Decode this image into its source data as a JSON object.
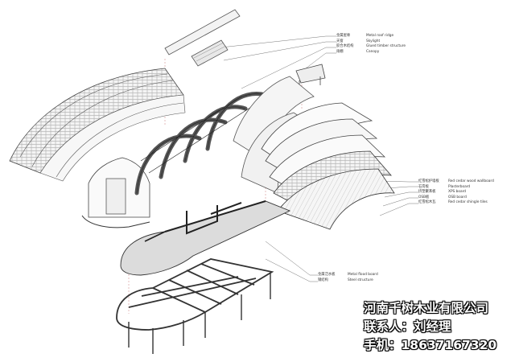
{
  "labels": {
    "roof": [
      {
        "cn": "金属屋脊",
        "en": "Metal roof ridge"
      },
      {
        "cn": "天窗",
        "en": "Skylight"
      },
      {
        "cn": "胶合木结构",
        "en": "Glued timber structure"
      },
      {
        "cn": "雨棚",
        "en": "Canopy"
      }
    ],
    "walls": [
      {
        "cn": "红雪松护墙板",
        "en": "Red cedar wood wallboard"
      },
      {
        "cn": "石膏板",
        "en": "Plasterboard"
      },
      {
        "cn": "挤塑聚苯板",
        "en": "XPS board"
      },
      {
        "cn": "OSB板",
        "en": "OSB board"
      },
      {
        "cn": "红雪松木瓦",
        "en": "Red cedar shingle tiles"
      }
    ],
    "base": [
      {
        "cn": "金属泛水板",
        "en": "Metal flood board"
      },
      {
        "cn": "钢结构",
        "en": "Steel structure"
      }
    ]
  },
  "contact": {
    "company": "河南千树木业有限公司",
    "person": "联系人：刘经理",
    "phone": "手机：18637167320"
  }
}
